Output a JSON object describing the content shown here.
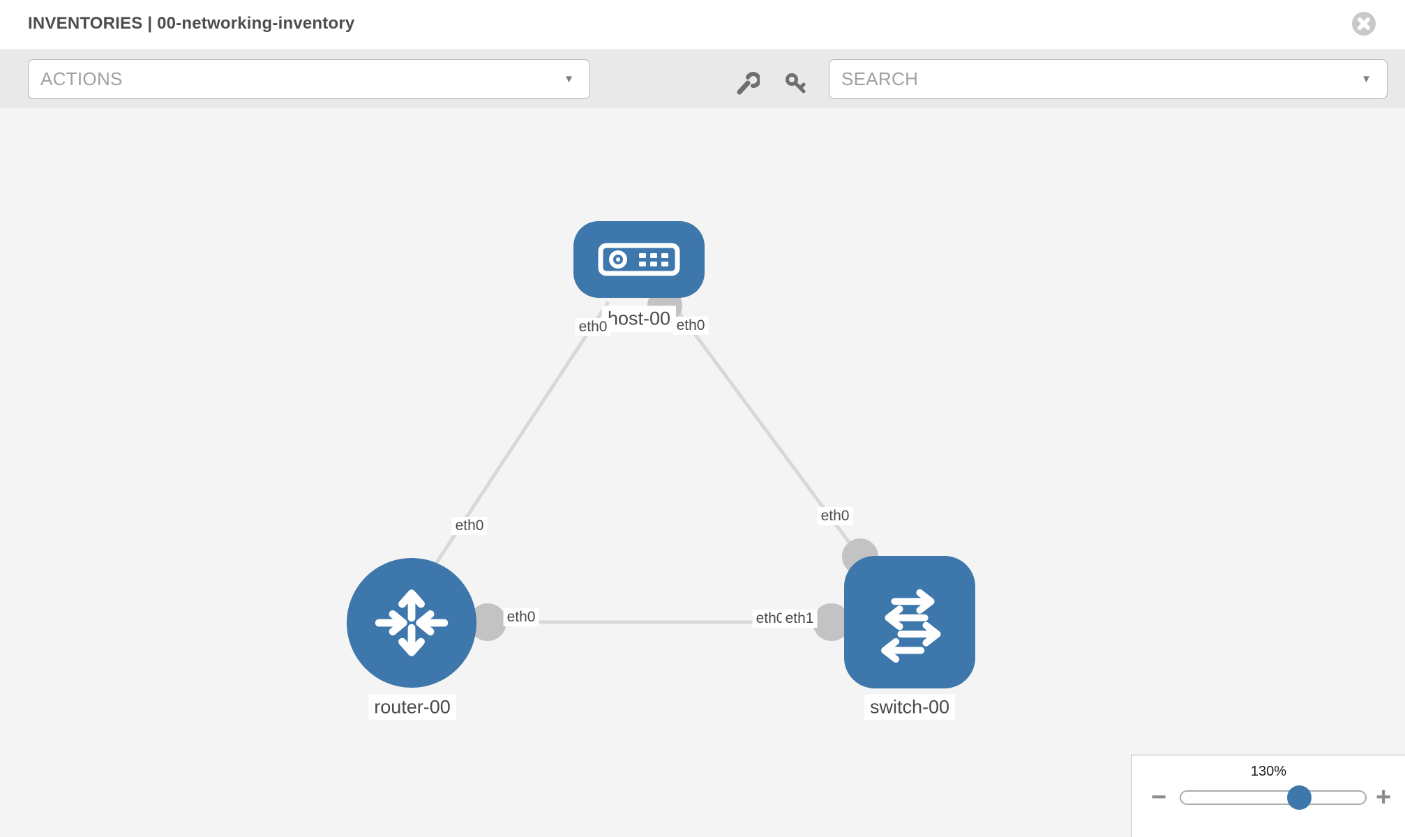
{
  "header": {
    "title": "INVENTORIES | 00-networking-inventory"
  },
  "toolbar": {
    "actions_label": "ACTIONS",
    "search_label": "SEARCH"
  },
  "glyphs": {
    "caret": "▼",
    "minus": "−",
    "plus": "+"
  },
  "topology": {
    "nodes": [
      {
        "label": "host-00",
        "type": "host",
        "shape": "rounded-rect"
      },
      {
        "label": "router-00",
        "type": "router",
        "shape": "circle"
      },
      {
        "label": "switch-00",
        "type": "switch",
        "shape": "rounded-square"
      }
    ],
    "links": [
      {
        "source": "host-00",
        "target": "router-00",
        "source_interface": "eth0",
        "target_interface": "eth0"
      },
      {
        "source": "host-00",
        "target": "switch-00",
        "source_interface": "eth0",
        "target_interface": "eth0"
      },
      {
        "source": "router-00",
        "target": "switch-00",
        "source_interface": "eth0",
        "target_interface": "eth1"
      }
    ],
    "interface_labels": [
      {
        "text": "eth0"
      },
      {
        "text": "eth0"
      },
      {
        "text": "eth0"
      },
      {
        "text": "eth0"
      },
      {
        "text": "eth0"
      },
      {
        "text": "eth0"
      },
      {
        "text": "eth1"
      }
    ]
  },
  "zoom_control": {
    "value": "130%"
  },
  "colors": {
    "node_blue": "#3d77ab",
    "link_gray": "#d8d8d8",
    "connector_gray": "#c3c3c3",
    "canvas_bg": "#f4f4f4",
    "toolbar_bg": "#e9e9e9",
    "label_text": "#4a4a4a"
  }
}
